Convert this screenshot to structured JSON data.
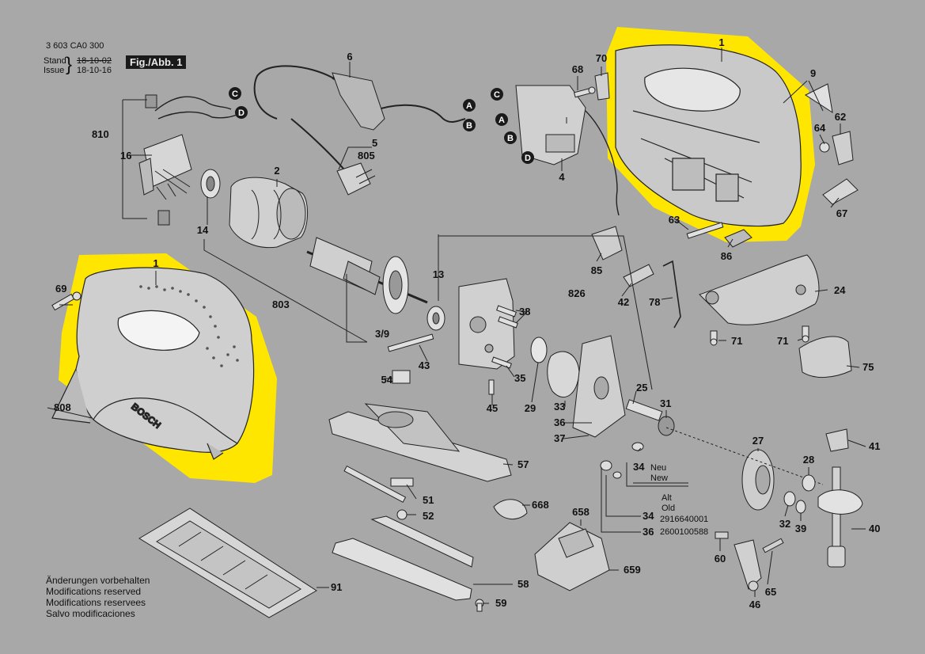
{
  "header": {
    "doc_number": "3 603 CA0 300",
    "stand_label": "Stand",
    "issue_label": "Issue",
    "old_date": "18-10-02",
    "new_date": "18-10-16",
    "figure": "Fig./Abb. 1"
  },
  "notes": [
    "Änderungen vorbehalten",
    "Modifications reserved",
    "Modifications reservees",
    "Salvo modificaciones"
  ],
  "connectors": [
    "A",
    "B",
    "C",
    "D"
  ],
  "part_numbers": {
    "p1": "1",
    "p2": "2",
    "p4": "4",
    "p5": "5",
    "p6": "6",
    "p9": "9",
    "p13": "13",
    "p14": "14",
    "p16": "16",
    "p24": "24",
    "p25": "25",
    "p27": "27",
    "p28": "28",
    "p29": "29",
    "p31": "31",
    "p32": "32",
    "p33": "33",
    "p34": "34",
    "p35": "35",
    "p36": "36",
    "p37": "37",
    "p38": "38",
    "p39": "39",
    "p40": "40",
    "p41": "41",
    "p42": "42",
    "p43": "43",
    "p45": "45",
    "p46": "46",
    "p51": "51",
    "p52": "52",
    "p54": "54",
    "p57": "57",
    "p58": "58",
    "p59": "59",
    "p60": "60",
    "p62": "62",
    "p63": "63",
    "p64": "64",
    "p65": "65",
    "p67": "67",
    "p68": "68",
    "p69": "69",
    "p70": "70",
    "p71": "71",
    "p75": "75",
    "p78": "78",
    "p803": "803",
    "p805": "805",
    "p808": "808",
    "p810": "810",
    "p826": "826",
    "p85": "85",
    "p86": "86",
    "p91": "91",
    "p39b": "3/9",
    "p658": "658",
    "p659": "659",
    "p668": "668"
  },
  "variants": {
    "neu": "Neu",
    "new": "New",
    "alt": "Alt",
    "old": "Old",
    "code34": "2916640001",
    "code36": "2600100588"
  },
  "housing_label": "BOSCH",
  "highlight_color": "#ffe600"
}
